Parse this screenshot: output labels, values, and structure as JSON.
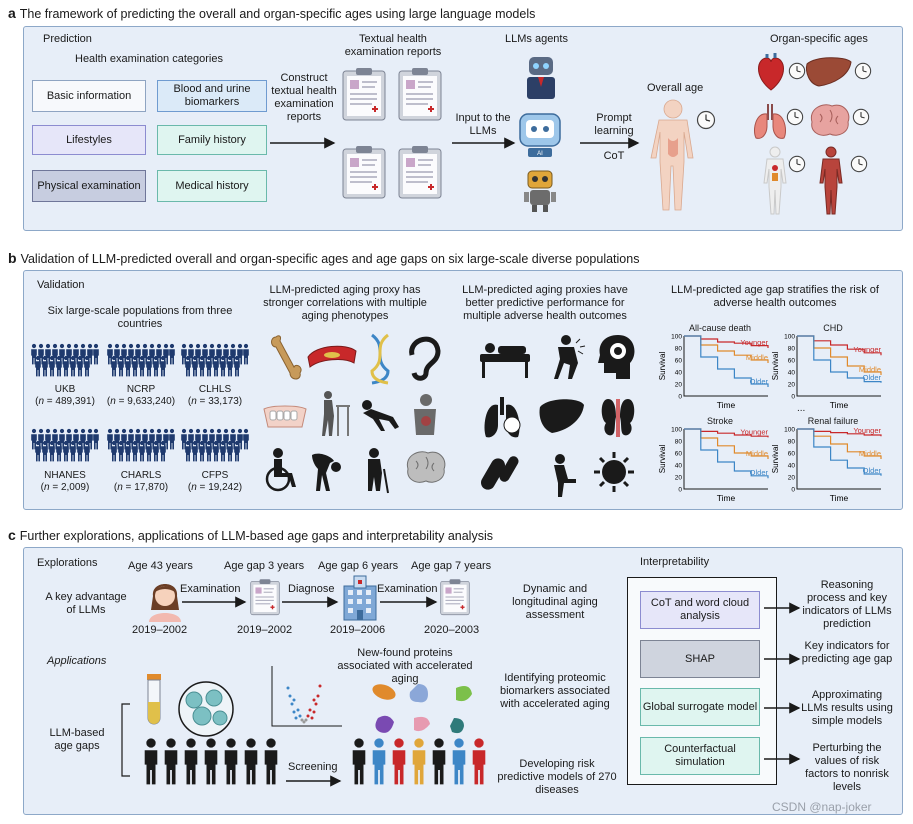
{
  "panel_a": {
    "letter": "a",
    "title": "The framework of predicting the overall and organ-specific ages using large language models",
    "prediction": "Prediction",
    "categories_title": "Health examination categories",
    "categories": [
      "Basic information",
      "Blood and urine biomarkers",
      "Lifestyles",
      "Family history",
      "Physical examination",
      "Medical history"
    ],
    "construct": "Construct textual health examination reports",
    "reports_title": "Textual health examination reports",
    "input": "Input to the LLMs",
    "agents": "LLMs agents",
    "prompt": "Prompt learning",
    "cot": "CoT",
    "overall_age": "Overall age",
    "organ_ages": "Organ-specific ages"
  },
  "panel_b": {
    "letter": "b",
    "title": "Validation of LLM-predicted overall and organ-specific ages and age gaps on six large-scale diverse populations",
    "validation": "Validation",
    "populations_title": "Six large-scale populations from three countries",
    "populations": [
      {
        "name": "UKB",
        "n": "489,391"
      },
      {
        "name": "NCRP",
        "n": "9,633,240"
      },
      {
        "name": "CLHLS",
        "n": "33,173"
      },
      {
        "name": "NHANES",
        "n": "2,009"
      },
      {
        "name": "CHARLS",
        "n": "17,870"
      },
      {
        "name": "CFPS",
        "n": "19,242"
      }
    ],
    "n_prefix": "n",
    "phenotypes_title": "LLM-predicted aging proxy has stronger correlations with multiple aging phenotypes",
    "outcomes_title": "LLM-predicted aging proxies have better predictive performance for multiple adverse health outcomes",
    "stratify_title": "LLM-predicted age gap stratifies the risk of adverse health outcomes",
    "ellipsis": "...",
    "survival_axis": {
      "ylabel": "Survival",
      "xlabel": "Time",
      "yticks": [
        "100",
        "80",
        "60",
        "40",
        "20",
        "0"
      ]
    },
    "curve_colors": {
      "Younger": "#c8282a",
      "Middle": "#e08a2c",
      "Older": "#3d86c6"
    }
  },
  "chart_data": [
    {
      "type": "line",
      "title": "All-cause death",
      "xlabel": "Time",
      "ylabel": "Survival",
      "ylim": [
        0,
        100
      ],
      "series": [
        {
          "name": "Younger",
          "values": [
            100,
            95,
            90,
            88,
            84,
            80
          ]
        },
        {
          "name": "Middle",
          "values": [
            100,
            85,
            75,
            68,
            60,
            55
          ]
        },
        {
          "name": "Older",
          "values": [
            100,
            65,
            45,
            30,
            20,
            15
          ]
        }
      ]
    },
    {
      "type": "line",
      "title": "CHD",
      "xlabel": "Time",
      "ylabel": "Survival",
      "ylim": [
        0,
        100
      ],
      "series": [
        {
          "name": "Younger",
          "values": [
            100,
            92,
            85,
            78,
            72,
            68
          ]
        },
        {
          "name": "Middle",
          "values": [
            100,
            80,
            65,
            50,
            40,
            35
          ]
        },
        {
          "name": "Older",
          "values": [
            100,
            60,
            40,
            30,
            24,
            22
          ]
        }
      ]
    },
    {
      "type": "line",
      "title": "Stroke",
      "xlabel": "Time",
      "ylabel": "Survival",
      "ylim": [
        0,
        100
      ],
      "series": [
        {
          "name": "Younger",
          "values": [
            100,
            96,
            93,
            90,
            88,
            86
          ]
        },
        {
          "name": "Middle",
          "values": [
            100,
            85,
            72,
            60,
            55,
            50
          ]
        },
        {
          "name": "Older",
          "values": [
            100,
            65,
            45,
            30,
            22,
            18
          ]
        }
      ]
    },
    {
      "type": "line",
      "title": "Renal failure",
      "xlabel": "Time",
      "ylabel": "Survival",
      "ylim": [
        0,
        100
      ],
      "series": [
        {
          "name": "Younger",
          "values": [
            100,
            96,
            94,
            92,
            90,
            88
          ]
        },
        {
          "name": "Middle",
          "values": [
            100,
            88,
            75,
            62,
            55,
            50
          ]
        },
        {
          "name": "Older",
          "values": [
            100,
            70,
            48,
            35,
            25,
            22
          ]
        }
      ]
    }
  ],
  "panel_c": {
    "letter": "c",
    "title": "Further explorations, applications of LLM-based age gaps and interpretability analysis",
    "explorations": "Explorations",
    "key_advantage": "A key advantage of LLMs",
    "timeline": [
      {
        "top": "Age 43 years",
        "bottom": "2019–2002"
      },
      {
        "top": "Age gap 3 years",
        "bottom": "2019–2002"
      },
      {
        "top": "Age gap 6 years",
        "bottom": "2019–2006"
      },
      {
        "top": "Age gap 7 years",
        "bottom": "2020–2003"
      }
    ],
    "arrows": [
      "Examination",
      "Diagnose",
      "Examination"
    ],
    "dynamic": "Dynamic and longitudinal aging assessment",
    "applications": "Applications",
    "llm_gaps": "LLM-based age gaps",
    "new_proteins": "New-found proteins associated with accelerated aging",
    "proteomic": "Identifying proteomic biomarkers associated with accelerated aging",
    "screening": "Screening",
    "risk_models": "Developing risk predictive models of 270 diseases",
    "interpretability": "Interpretability",
    "methods": [
      {
        "label": "CoT and word cloud analysis",
        "result": "Reasoning process and key indicators of LLMs prediction"
      },
      {
        "label": "SHAP",
        "result": "Key indicators for predicting age gap"
      },
      {
        "label": "Global surrogate model",
        "result": "Approximating LLMs results using simple models"
      },
      {
        "label": "Counterfactual simulation",
        "result": "Perturbing the values of risk factors to nonrisk levels"
      }
    ],
    "watermark": "CSDN @nap-joker"
  },
  "colors": {
    "panel_bg": "#e7eef8",
    "panel_border": "#8da8c8",
    "red": "#c8282a",
    "blue": "#3d86c6",
    "orange": "#e08a2c"
  }
}
